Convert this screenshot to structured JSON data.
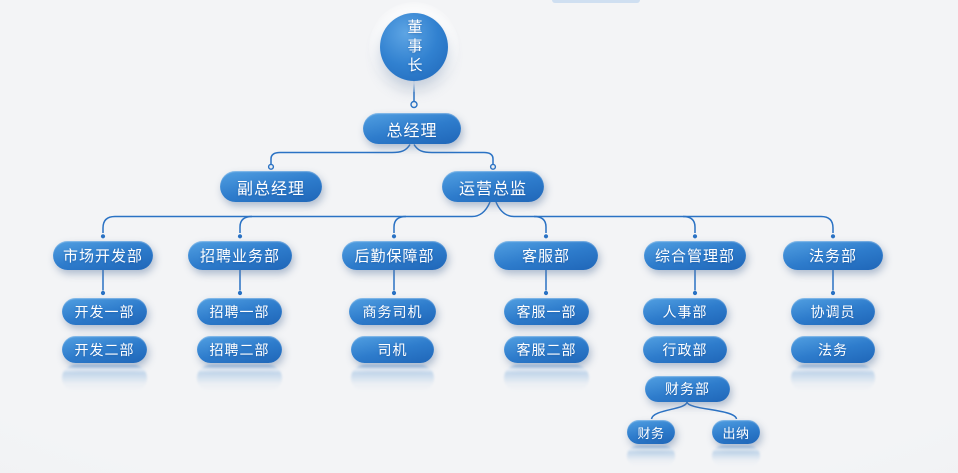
{
  "colors": {
    "background": "#eff1f3",
    "node_blue": "#2e7ccc",
    "node_blue_light": "#52a0e2",
    "node_blue_dark": "#1f66b8",
    "connector": "#2a72c4",
    "node_text": "#ffffff"
  },
  "org": {
    "chairman": {
      "label": "董事长"
    },
    "general_manager": {
      "label": "总经理"
    },
    "executives": [
      {
        "label": "副总经理"
      },
      {
        "label": "运营总监"
      }
    ],
    "departments": [
      {
        "label": "市场开发部",
        "children": [
          {
            "label": "开发一部"
          },
          {
            "label": "开发二部"
          }
        ]
      },
      {
        "label": "招聘业务部",
        "children": [
          {
            "label": "招聘一部"
          },
          {
            "label": "招聘二部"
          }
        ]
      },
      {
        "label": "后勤保障部",
        "children": [
          {
            "label": "商务司机"
          },
          {
            "label": "司机"
          }
        ]
      },
      {
        "label": "客服部",
        "children": [
          {
            "label": "客服一部"
          },
          {
            "label": "客服二部"
          }
        ]
      },
      {
        "label": "综合管理部",
        "children": [
          {
            "label": "人事部"
          },
          {
            "label": "行政部"
          },
          {
            "label": "财务部",
            "children": [
              {
                "label": "财务"
              },
              {
                "label": "出纳"
              }
            ]
          }
        ]
      },
      {
        "label": "法务部",
        "children": [
          {
            "label": "协调员"
          },
          {
            "label": "法务"
          }
        ]
      }
    ]
  }
}
